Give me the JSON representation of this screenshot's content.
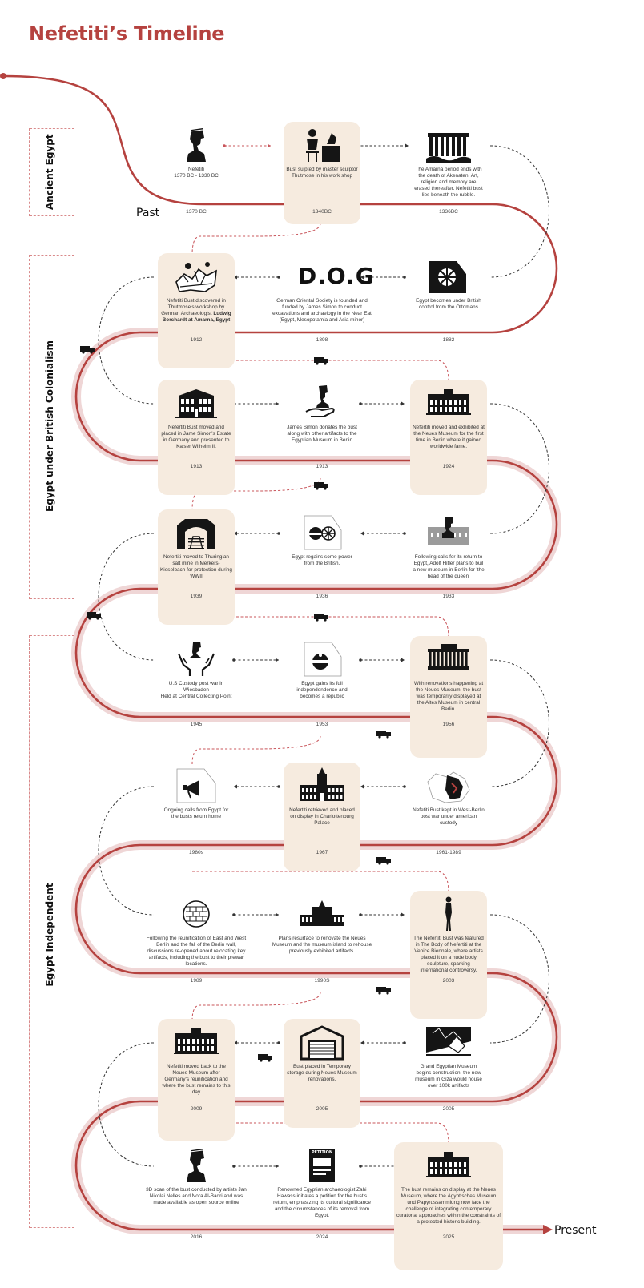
{
  "title": "Nefetiti’s Timeline",
  "start_label": "Past",
  "end_label": "Present",
  "eras": [
    "Ancient Egypt",
    "Egypt under British Colonialism",
    "Egypt Independent"
  ],
  "colors": {
    "accent": "#b5423f",
    "highlight": "#f6ebdf",
    "path_shadow": "#efd6d6"
  },
  "events": [
    {
      "icon": "nefertiti-bust-icon",
      "text": "Nefetiti\n1370 BC - 1330 BC",
      "year": "1370 BC"
    },
    {
      "icon": "sculptor-icon",
      "text": "Bust sulpted by  master sculptor Thutmose in his work shop",
      "year": "1340BC"
    },
    {
      "icon": "temple-ruins-icon",
      "text": "The Amarna period ends with the death of Akenaten. Art, religion and memory are erased thereafter. Nefetiti bust lies beneath the rubble.",
      "year": "1336BC"
    },
    {
      "icon": "excavation-rubble-icon",
      "text": "Nefetiti Bust discovered in Thutmose's workshop by German Archaeologist",
      "text_bold": "Ludwig Borchardt at Amarna, Egypt",
      "year": "1912"
    },
    {
      "icon": "dog-logo-icon",
      "logo_text": "D.O.G",
      "text": "German Oriental Society is founded and funded by James Simon to conduct excavations and archaelogy in the Near Eat (Egypt, Mesopotamia and Asia minor)",
      "year": "1898"
    },
    {
      "icon": "egypt-union-jack-map-icon",
      "text": "Egypt becomes under British control from the Ottomans",
      "year": "1882"
    },
    {
      "icon": "estate-house-icon",
      "text": "Nefertiti Bust moved and placed in Jame Simon's Estate in Germany and presented to Kaiser Wilhelm II.",
      "year": "1913"
    },
    {
      "icon": "hand-donating-bust-icon",
      "text": "James Simon donates the bust along with other artifacts to the Egyptian Museum in Berlin",
      "year": "1913"
    },
    {
      "icon": "neues-museum-icon",
      "text": "Nefertiti moved and exhibited at the Neues Museum for the first time in Berlin where it gained worldwide fame.",
      "year": "1924"
    },
    {
      "icon": "salt-mine-icon",
      "text": "Nefertiti moved to Thuringian salt mine in Merkers-Kieselbach for protection during WWII",
      "year": "1939"
    },
    {
      "icon": "egypt-map-flags-icon",
      "text": "Egypt regains some power from the British.",
      "year": "1936"
    },
    {
      "icon": "museum-bust-faded-icon",
      "text": "Following calls for its return to Egypt, Adolf Hitler plans to buil a new museum in Berlin for 'the head of the queen'",
      "year": "1933"
    },
    {
      "icon": "hands-holding-bust-icon",
      "text": "U.S Custody post war in Wiesbaden\nHeld at Central Collecting Point",
      "year": "1945"
    },
    {
      "icon": "egypt-map-republic-icon",
      "text": "Egypt gains its full independendence and becomes a republic",
      "year": "1953"
    },
    {
      "icon": "altes-museum-icon",
      "text": "With renovations happening at the Neues Museum, the bust was temporarily displayed at the Altes Museum in central Berlin.",
      "year": "1956"
    },
    {
      "icon": "egypt-map-megaphone-icon",
      "text": "Ongoing calls from Egypt for the busts return home",
      "year": "1980s"
    },
    {
      "icon": "charlottenburg-palace-icon",
      "text": "Nefertiti retrieved and placed on display in Charlottenburg Palace",
      "year": "1967"
    },
    {
      "icon": "berlin-map-icon",
      "text": "Nefetiti Bust kept in West-Berlin post war under american custody",
      "year": "1961-1989"
    },
    {
      "icon": "brick-wall-icon",
      "text": "Following the reunification of East and West Berlin and the fall of the Berlin wall, discussions re-opened about relocating key artifacts, including the bust to their prewar locations.",
      "year": "1989"
    },
    {
      "icon": "museum-island-icon",
      "text": "Plans resurface to renovate the Neues Museum and the museum island to rehouse previously exhibited artifacts.",
      "year": "1990S"
    },
    {
      "icon": "nude-sculpture-icon",
      "text": "The Nefertiti Bust was featured in The Body of Nefertiti at the Venice Biennale, where artists placed it on a nude body sculpture, sparking international controversy.",
      "year": "2003"
    },
    {
      "icon": "neues-museum-icon",
      "text": "Nefetiti moved back to the Neues Museum after Germany's reunification and where the bust remains to this day",
      "year": "2009"
    },
    {
      "icon": "storage-warehouse-icon",
      "text": "Bust placed in Temporary storage during Neues Museum renovations.",
      "year": "2005"
    },
    {
      "icon": "grand-egyptian-museum-icon",
      "text": "Grand Egyptian Museum begins construction, the new museum in Giza would house over 100k artifacts",
      "year": "2005"
    },
    {
      "icon": "nefertiti-bust-icon",
      "text": "3D scan of the bust conducted by artists Jan Nikolai Nelles and Nora Al-Badri and was made available as open source online",
      "year": "2016"
    },
    {
      "icon": "petition-document-icon",
      "logo_text": "PETITION",
      "text": "Renowned Egyptian archaeologist Zahi Hawass initiates a petition for the bust's return, emphasizing its cultural significance and the circumstances of its removal from Egypt.",
      "year": "2024"
    },
    {
      "icon": "neues-museum-icon",
      "text": "The bust remains on display at the Neues Museum, where the Ägyptisches Museum und Papyrussammlung now face the challenge of integrating contemporary curatorial approaches within the constraints of a protected historic building.",
      "year": "2025"
    }
  ]
}
